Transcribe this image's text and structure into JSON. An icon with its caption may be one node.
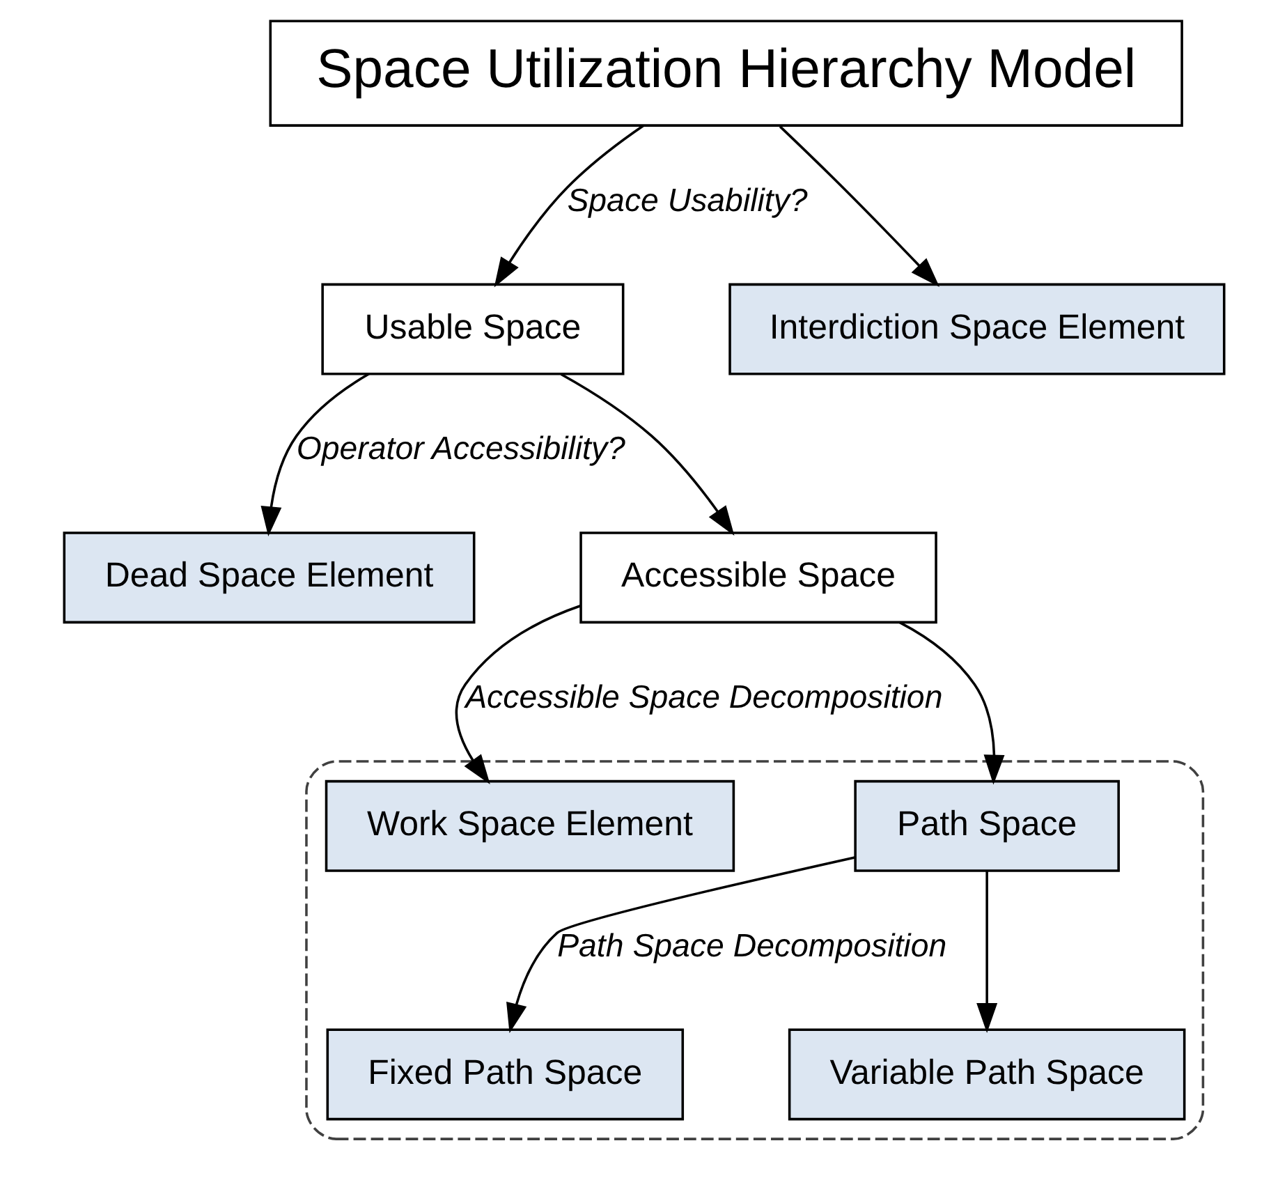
{
  "diagram": {
    "nodes": [
      {
        "text": [
          "Space Utilization Hierarchy Model"
        ]
      },
      {
        "text": [
          "Usable Space"
        ]
      },
      {
        "text": [
          "Interdiction Space Element"
        ]
      },
      {
        "text": [
          "Dead Space Element"
        ]
      },
      {
        "text": [
          "Accessible Space"
        ]
      },
      {
        "text": [],
        "shape": "box"
      },
      {
        "text": [
          "Work Space Element"
        ],
        "in": 5
      },
      {
        "text": [
          "Path Space"
        ],
        "in": 5
      },
      {
        "text": [
          "Fixed Path Space"
        ],
        "in": 5
      },
      {
        "text": [
          "Variable Path Space"
        ],
        "in": 5
      }
    ],
    "edges": [
      {
        "from": 0,
        "to": 1,
        "arrow": "to",
        "label": "Space Usability?"
      },
      {
        "from": 0,
        "to": 2,
        "arrow": "to"
      },
      {
        "from": 1,
        "to": 3,
        "arrow": "to",
        "label": "Operator Accessibility?"
      },
      {
        "from": 1,
        "to": 4,
        "arrow": "to"
      },
      {
        "from": 4,
        "to": 6,
        "arrow": "to",
        "label": "Accessible Space Decomposition"
      },
      {
        "from": 4,
        "to": 7,
        "arrow": "to"
      },
      {
        "from": 7,
        "to": 8,
        "arrow": "to",
        "label": "Path Space Decomposition"
      },
      {
        "from": 7,
        "to": 9,
        "arrow": "to"
      }
    ]
  }
}
